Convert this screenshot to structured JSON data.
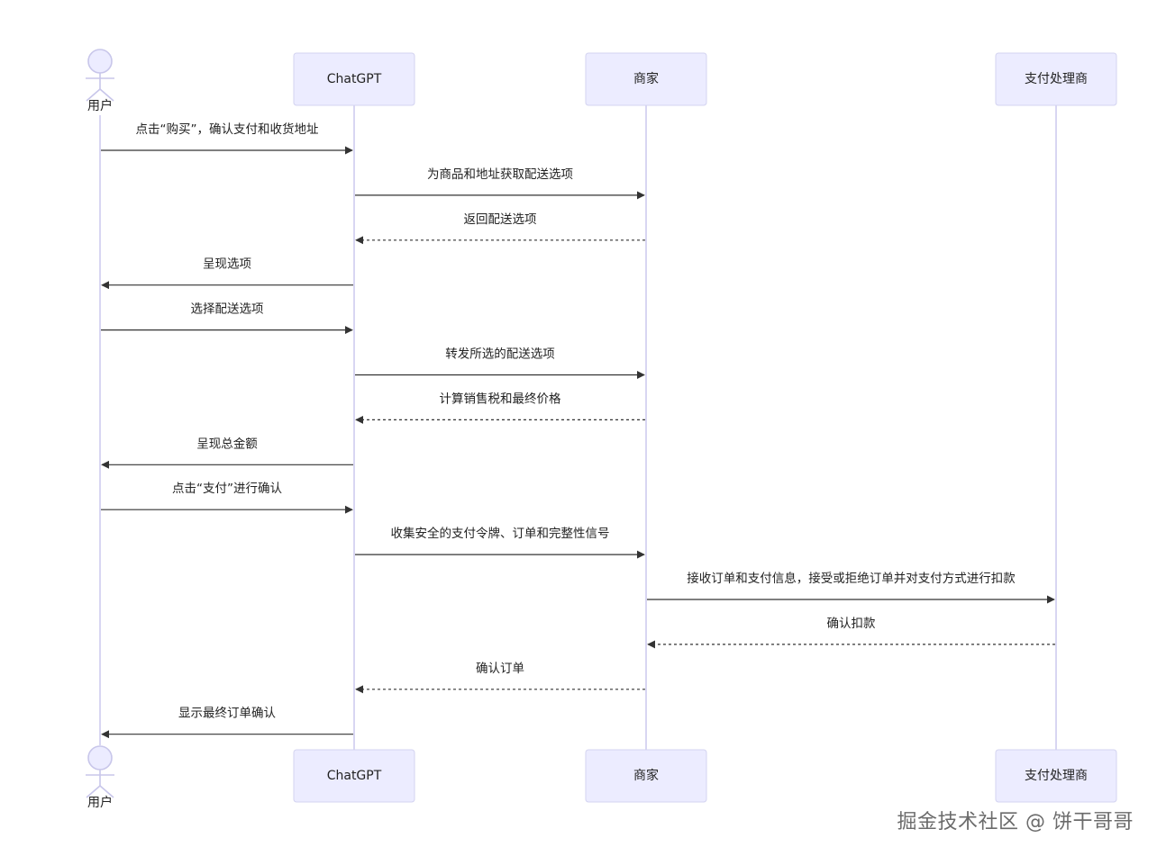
{
  "participants": [
    {
      "id": "user",
      "label": "用户",
      "kind": "actor"
    },
    {
      "id": "chatgpt",
      "label": "ChatGPT",
      "kind": "box"
    },
    {
      "id": "merchant",
      "label": "商家",
      "kind": "box"
    },
    {
      "id": "processor",
      "label": "支付处理商",
      "kind": "box"
    }
  ],
  "messages": [
    {
      "from": "user",
      "to": "chatgpt",
      "text": "点击“购买”，确认支付和收货地址",
      "style": "solid"
    },
    {
      "from": "chatgpt",
      "to": "merchant",
      "text": "为商品和地址获取配送选项",
      "style": "solid"
    },
    {
      "from": "merchant",
      "to": "chatgpt",
      "text": "返回配送选项",
      "style": "dashed"
    },
    {
      "from": "chatgpt",
      "to": "user",
      "text": "呈现选项",
      "style": "solid"
    },
    {
      "from": "user",
      "to": "chatgpt",
      "text": "选择配送选项",
      "style": "solid"
    },
    {
      "from": "chatgpt",
      "to": "merchant",
      "text": "转发所选的配送选项",
      "style": "solid"
    },
    {
      "from": "merchant",
      "to": "chatgpt",
      "text": "计算销售税和最终价格",
      "style": "dashed"
    },
    {
      "from": "chatgpt",
      "to": "user",
      "text": "呈现总金额",
      "style": "solid"
    },
    {
      "from": "user",
      "to": "chatgpt",
      "text": "点击“支付”进行确认",
      "style": "solid"
    },
    {
      "from": "chatgpt",
      "to": "merchant",
      "text": "收集安全的支付令牌、订单和完整性信号",
      "style": "solid"
    },
    {
      "from": "merchant",
      "to": "processor",
      "text": "接收订单和支付信息，接受或拒绝订单并对支付方式进行扣款",
      "style": "solid"
    },
    {
      "from": "processor",
      "to": "merchant",
      "text": "确认扣款",
      "style": "dashed"
    },
    {
      "from": "merchant",
      "to": "chatgpt",
      "text": "确认订单",
      "style": "dashed"
    },
    {
      "from": "chatgpt",
      "to": "user",
      "text": "显示最终订单确认",
      "style": "solid"
    }
  ],
  "watermark": "掘金技术社区 @ 饼干哥哥",
  "colors": {
    "actor_fill": "#ececff",
    "actor_border": "#d3d3f0",
    "lifeline": "#d8d6f2",
    "arrow": "#333333",
    "text": "#222222"
  }
}
